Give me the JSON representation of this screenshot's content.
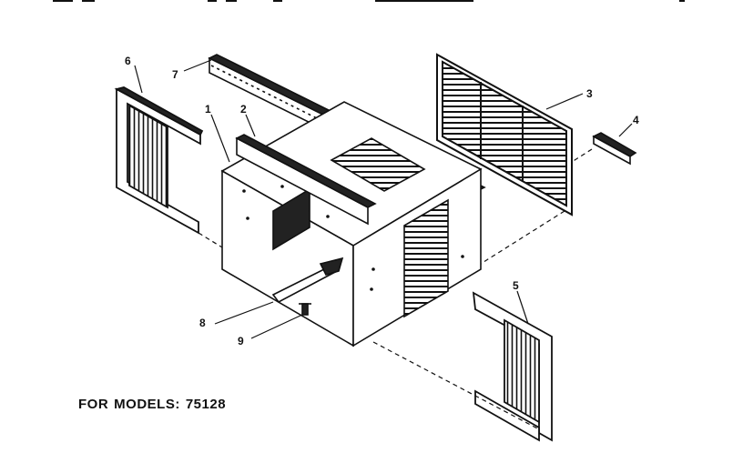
{
  "callouts": [
    "1",
    "2",
    "3",
    "4",
    "5",
    "6",
    "7",
    "8",
    "9"
  ],
  "footer": {
    "prefix": "FOR",
    "models_label": "MODELS:",
    "model_number": "75128"
  }
}
